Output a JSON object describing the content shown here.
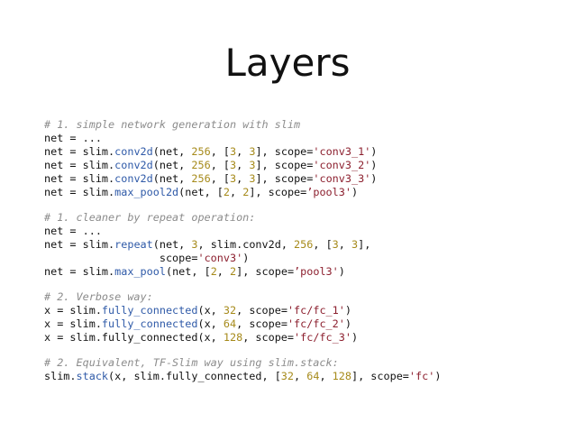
{
  "slide": {
    "title": "Layers"
  },
  "code_lines": [
    [
      [
        "c",
        "# 1. simple network generation with slim"
      ]
    ],
    [
      [
        "p",
        "net = ..."
      ]
    ],
    [
      [
        "p",
        "net = slim."
      ],
      [
        "f",
        "conv2d"
      ],
      [
        "p",
        "(net, "
      ],
      [
        "n",
        "256"
      ],
      [
        "p",
        ", ["
      ],
      [
        "n",
        "3"
      ],
      [
        "p",
        ", "
      ],
      [
        "n",
        "3"
      ],
      [
        "p",
        "], scope="
      ],
      [
        "s",
        "'conv3_1'"
      ],
      [
        "p",
        ")"
      ]
    ],
    [
      [
        "p",
        "net = slim."
      ],
      [
        "f",
        "conv2d"
      ],
      [
        "p",
        "(net, "
      ],
      [
        "n",
        "256"
      ],
      [
        "p",
        ", ["
      ],
      [
        "n",
        "3"
      ],
      [
        "p",
        ", "
      ],
      [
        "n",
        "3"
      ],
      [
        "p",
        "], scope="
      ],
      [
        "s",
        "'conv3_2'"
      ],
      [
        "p",
        ")"
      ]
    ],
    [
      [
        "p",
        "net = slim."
      ],
      [
        "f",
        "conv2d"
      ],
      [
        "p",
        "(net, "
      ],
      [
        "n",
        "256"
      ],
      [
        "p",
        ", ["
      ],
      [
        "n",
        "3"
      ],
      [
        "p",
        ", "
      ],
      [
        "n",
        "3"
      ],
      [
        "p",
        "], scope="
      ],
      [
        "s",
        "'conv3_3'"
      ],
      [
        "p",
        ")"
      ]
    ],
    [
      [
        "p",
        "net = slim."
      ],
      [
        "f",
        "max_pool2d"
      ],
      [
        "p",
        "(net, ["
      ],
      [
        "n",
        "2"
      ],
      [
        "p",
        ", "
      ],
      [
        "n",
        "2"
      ],
      [
        "p",
        "], scope="
      ],
      [
        "s",
        "’pool3'"
      ],
      [
        "p",
        ")"
      ]
    ],
    [],
    [
      [
        "c",
        "# 1. cleaner by repeat operation:"
      ]
    ],
    [
      [
        "p",
        "net = ..."
      ]
    ],
    [
      [
        "p",
        "net = slim."
      ],
      [
        "f",
        "repeat"
      ],
      [
        "p",
        "(net, "
      ],
      [
        "n",
        "3"
      ],
      [
        "p",
        ", slim.conv2d, "
      ],
      [
        "n",
        "256"
      ],
      [
        "p",
        ", ["
      ],
      [
        "n",
        "3"
      ],
      [
        "p",
        ", "
      ],
      [
        "n",
        "3"
      ],
      [
        "p",
        "],"
      ]
    ],
    [
      [
        "p",
        "                  scope="
      ],
      [
        "s",
        "'conv3'"
      ],
      [
        "p",
        ")"
      ]
    ],
    [
      [
        "p",
        "net = slim."
      ],
      [
        "f",
        "max_pool"
      ],
      [
        "p",
        "(net, ["
      ],
      [
        "n",
        "2"
      ],
      [
        "p",
        ", "
      ],
      [
        "n",
        "2"
      ],
      [
        "p",
        "], scope="
      ],
      [
        "s",
        "’pool3'"
      ],
      [
        "p",
        ")"
      ]
    ],
    [],
    [
      [
        "c",
        "# 2. Verbose way:"
      ]
    ],
    [
      [
        "p",
        "x = slim."
      ],
      [
        "f",
        "fully_connected"
      ],
      [
        "p",
        "(x, "
      ],
      [
        "n",
        "32"
      ],
      [
        "p",
        ", scope="
      ],
      [
        "s",
        "'fc/fc_1'"
      ],
      [
        "p",
        ")"
      ]
    ],
    [
      [
        "p",
        "x = slim."
      ],
      [
        "f",
        "fully_connected"
      ],
      [
        "p",
        "(x, "
      ],
      [
        "n",
        "64"
      ],
      [
        "p",
        ", scope="
      ],
      [
        "s",
        "'fc/fc_2'"
      ],
      [
        "p",
        ")"
      ]
    ],
    [
      [
        "p",
        "x = slim.fully_connected(x, "
      ],
      [
        "n",
        "128"
      ],
      [
        "p",
        ", scope="
      ],
      [
        "s",
        "'fc/fc_3'"
      ],
      [
        "p",
        ")"
      ]
    ],
    [],
    [
      [
        "c",
        "# 2. Equivalent, TF-Slim way using slim.stack:"
      ]
    ],
    [
      [
        "p",
        "slim."
      ],
      [
        "f",
        "stack"
      ],
      [
        "p",
        "(x, slim.fully_connected, ["
      ],
      [
        "n",
        "32"
      ],
      [
        "p",
        ", "
      ],
      [
        "n",
        "64"
      ],
      [
        "p",
        ", "
      ],
      [
        "n",
        "128"
      ],
      [
        "p",
        "], scope="
      ],
      [
        "s",
        "'fc'"
      ],
      [
        "p",
        ")"
      ]
    ]
  ],
  "colors": {
    "background": "#ffffff",
    "text": "#111111",
    "comment": "#8c8c8c",
    "number": "#a68a1a",
    "string": "#8c1f2e",
    "function": "#2f5aa8"
  }
}
